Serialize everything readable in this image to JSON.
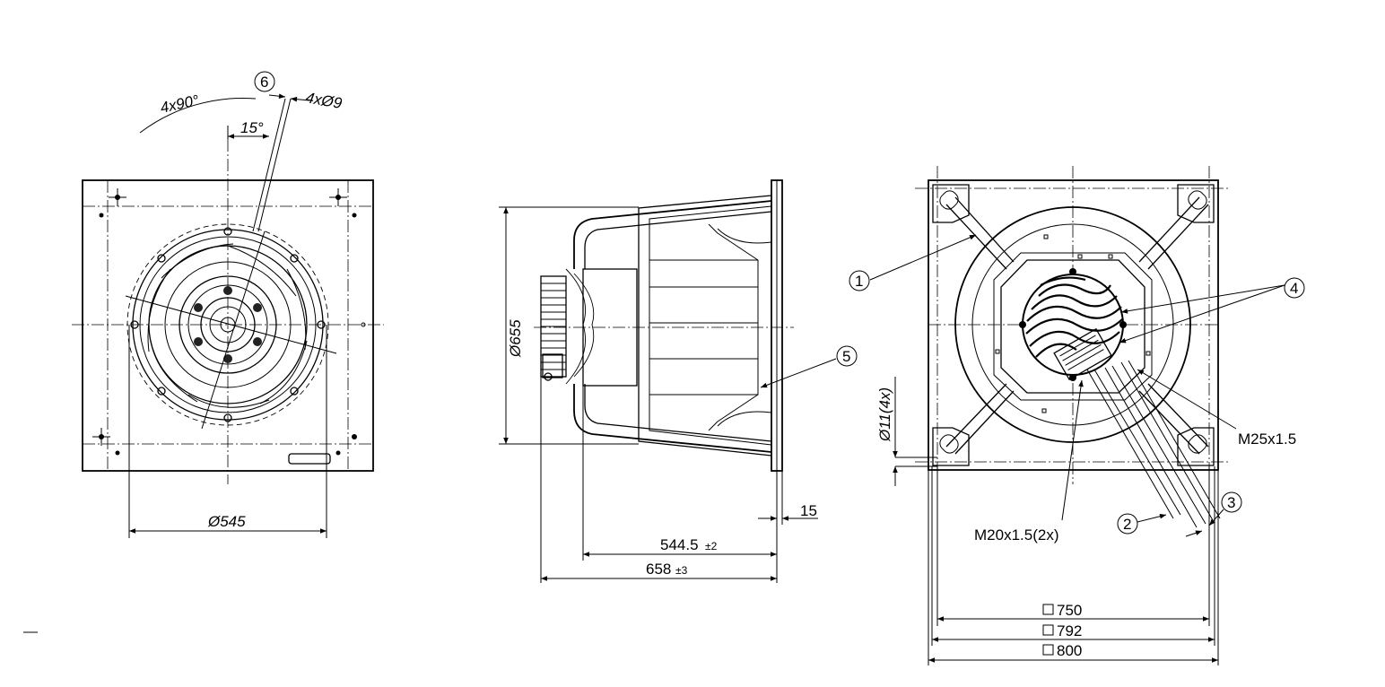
{
  "front_view": {
    "angle_pattern": "4x90°",
    "angle_offset": "15°",
    "hole_spec": "4xØ9",
    "callout_6": "6",
    "inner_diameter": "Ø545"
  },
  "side_view": {
    "inlet_diameter": "Ø655",
    "flange_thickness": "15",
    "depth_1": "544.5",
    "depth_1_tol": "±2",
    "depth_2": "658",
    "depth_2_tol": "±3",
    "callout_5": "5"
  },
  "rear_view": {
    "callout_1": "1",
    "callout_2": "2",
    "callout_3": "3",
    "callout_4": "4",
    "mount_holes": "Ø11(4x)",
    "cable_gland_large": "M25x1.5",
    "cable_gland_small": "M20x1.5(2x)",
    "square_inner": "750",
    "square_mid": "792",
    "square_outer": "800"
  }
}
